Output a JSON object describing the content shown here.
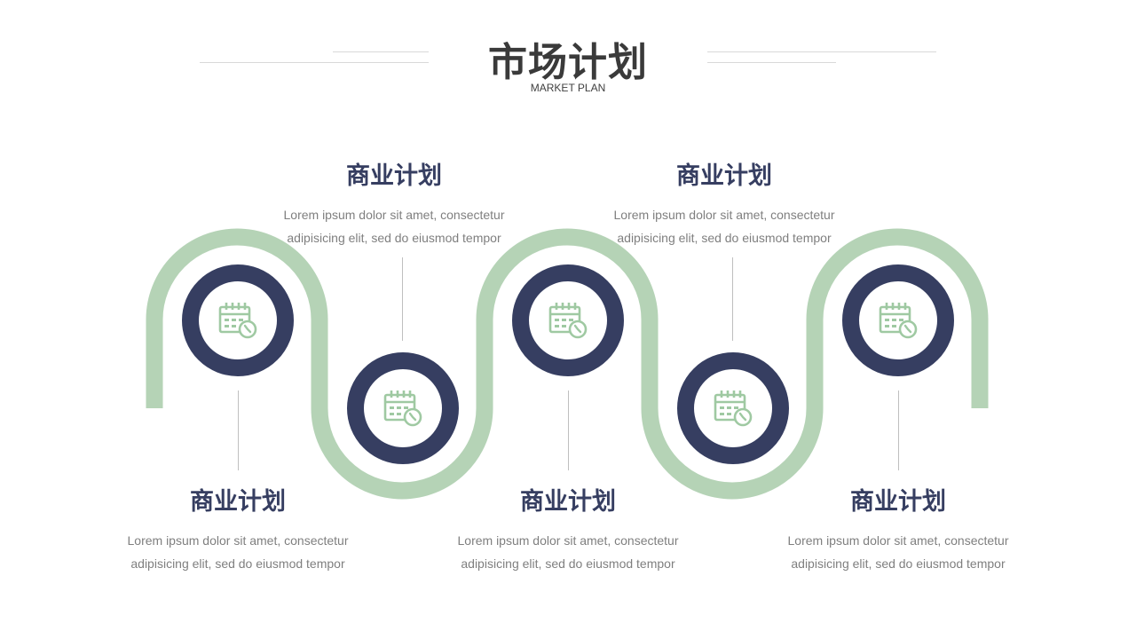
{
  "header": {
    "title": "市场计划",
    "subtitle": "MARKET PLAN"
  },
  "colors": {
    "wave": "#b5d3b6",
    "ring": "#363e61",
    "icon": "#9fc9a2",
    "title": "#363e61",
    "body_text": "#7f7f7f"
  },
  "steps": [
    {
      "title": "商业计划",
      "text": "Lorem ipsum dolor sit amet, consectetur adipisicing elit, sed do eiusmod tempor",
      "icon": "calendar-clock-icon"
    },
    {
      "title": "商业计划",
      "text": "Lorem ipsum dolor sit amet, consectetur adipisicing elit, sed do eiusmod tempor",
      "icon": "calendar-clock-icon"
    },
    {
      "title": "商业计划",
      "text": "Lorem ipsum dolor sit amet, consectetur adipisicing elit, sed do eiusmod tempor",
      "icon": "calendar-clock-icon"
    },
    {
      "title": "商业计划",
      "text": "Lorem ipsum dolor sit amet, consectetur adipisicing elit, sed do eiusmod tempor",
      "icon": "calendar-clock-icon"
    },
    {
      "title": "商业计划",
      "text": "Lorem ipsum dolor sit amet, consectetur adipisicing elit, sed do eiusmod tempor",
      "icon": "calendar-clock-icon"
    }
  ]
}
